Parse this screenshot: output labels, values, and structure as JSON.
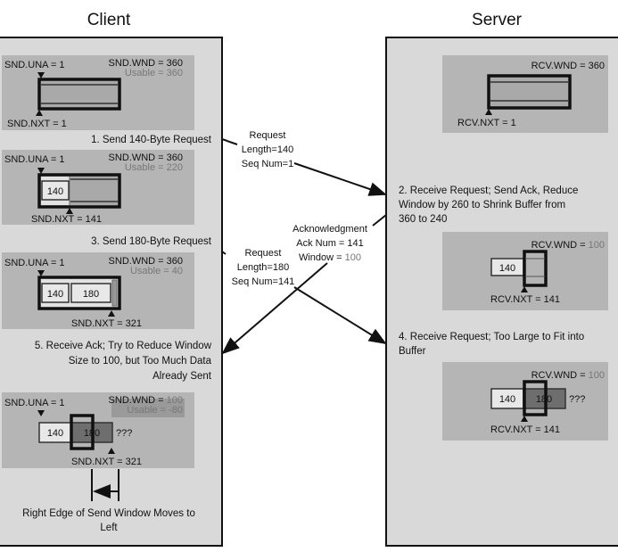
{
  "titles": {
    "client": "Client",
    "server": "Server"
  },
  "client": {
    "state1": {
      "una": "SND.UNA = 1",
      "wnd": "SND.WND = 360",
      "usable": "Usable = 360",
      "nxt": "SND.NXT = 1"
    },
    "step1": "1. Send 140-Byte Request",
    "state2": {
      "una": "SND.UNA = 1",
      "wnd": "SND.WND = 360",
      "usable": "Usable = 220",
      "seg1": "140",
      "nxt": "SND.NXT = 141"
    },
    "step3": "3. Send 180-Byte Request",
    "state3": {
      "una": "SND.UNA = 1",
      "wnd": "SND.WND = 360",
      "usable": "Usable = 40",
      "seg1": "140",
      "seg2": "180",
      "nxt": "SND.NXT = 321"
    },
    "step5": [
      "5. Receive Ack; Try to Reduce Window",
      "Size to 100, but Too Much Data",
      "Already Sent"
    ],
    "state4": {
      "una": "SND.UNA = 1",
      "wnd_label": "SND.WND = ",
      "wnd_value": "100",
      "usable": "Usable = -80",
      "seg1": "140",
      "seg2": "180",
      "unknown": "???",
      "nxt": "SND.NXT = 321"
    },
    "note": [
      "Right Edge of Send Window Moves to",
      "Left"
    ]
  },
  "server": {
    "state1": {
      "wnd": "RCV.WND = 360",
      "nxt": "RCV.NXT = 1"
    },
    "step2": [
      "2. Receive Request; Send Ack, Reduce",
      "Window by 260 to Shrink Buffer from",
      "360 to 240"
    ],
    "state2": {
      "wnd_label": "RCV.WND = ",
      "wnd_value": "100",
      "seg1": "140",
      "nxt": "RCV.NXT = 141"
    },
    "step4": [
      "4. Receive Request; Too Large to Fit into",
      "Buffer"
    ],
    "state3": {
      "wnd_label": "RCV.WND = ",
      "wnd_value": "100",
      "seg1": "140",
      "seg2": "180",
      "unknown": "???",
      "nxt": "RCV.NXT = 141"
    }
  },
  "messages": {
    "request1": [
      "Request",
      "Length=140",
      "Seq Num=1"
    ],
    "ack": {
      "title": "Acknowledgment",
      "acknum": "Ack Num = 141",
      "window_label": "Window = ",
      "window_value": "100"
    },
    "request2": [
      "Request",
      "Length=180",
      "Seq Num=141"
    ]
  },
  "colors": {
    "panel": "#d9d9d9",
    "state_box": "#b5b5b5",
    "highlight_text": "#777777"
  }
}
